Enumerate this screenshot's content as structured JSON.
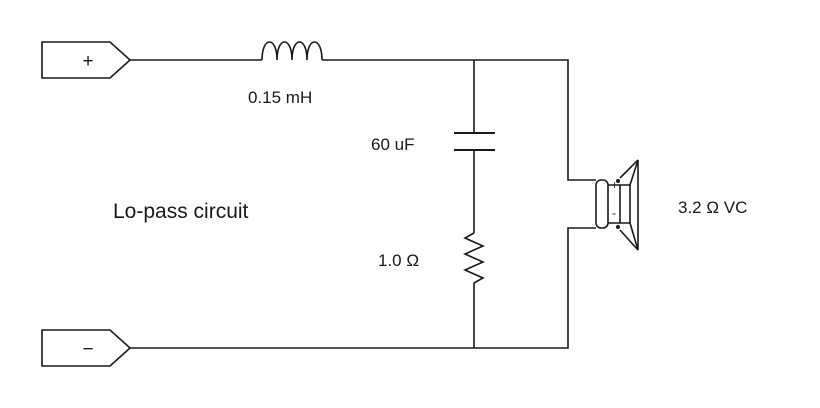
{
  "diagram": {
    "title": "Lo-pass circuit",
    "terminals": {
      "positive_label": "+",
      "negative_label": "−"
    },
    "components": {
      "inductor_label": "0.15 mH",
      "capacitor_label": "60 uF",
      "resistor_label": "1.0 Ω",
      "speaker_label": "3.2 Ω VC",
      "speaker_plus": "+",
      "speaker_minus": "-"
    },
    "icons": [
      "inductor-icon",
      "capacitor-icon",
      "resistor-icon",
      "speaker-icon",
      "terminal-arrow-icon"
    ],
    "colors": {
      "line": "#1a1a1a",
      "background": "#ffffff"
    }
  }
}
